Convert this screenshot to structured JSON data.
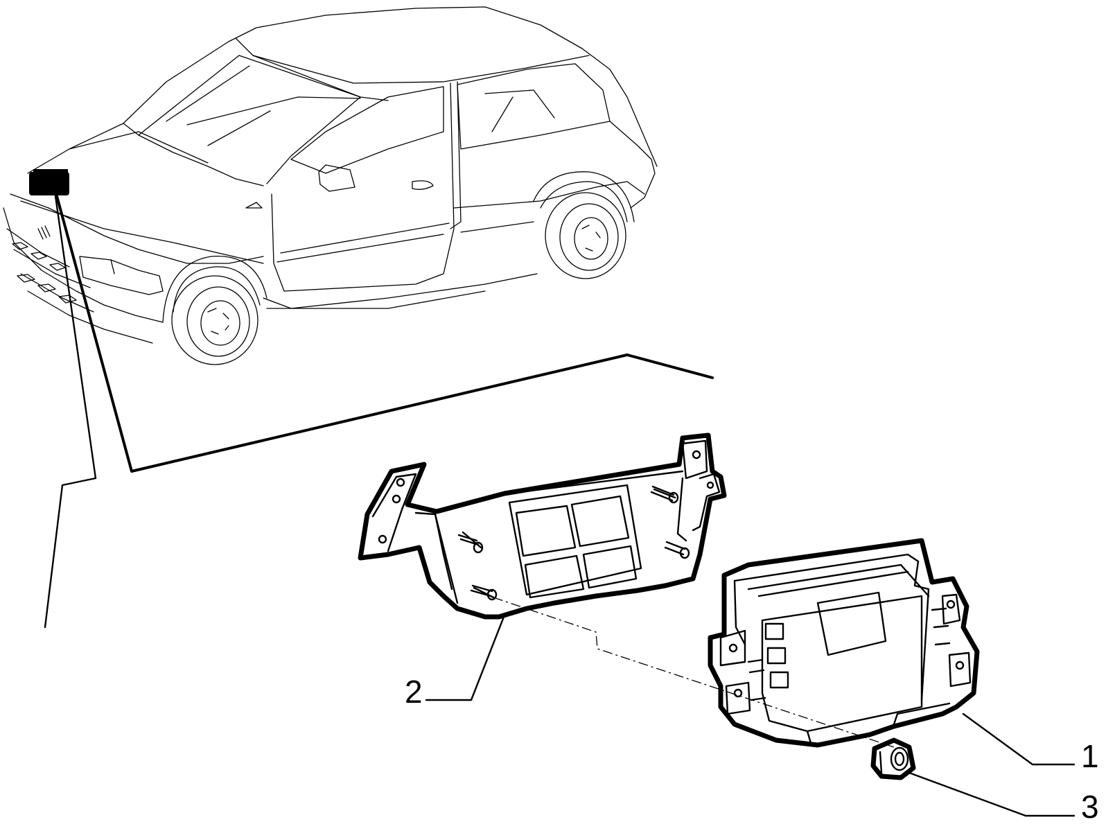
{
  "diagram": {
    "callouts": [
      {
        "id": "1",
        "label": "1",
        "part": "control-unit"
      },
      {
        "id": "2",
        "label": "2",
        "part": "mounting-bracket"
      },
      {
        "id": "3",
        "label": "3",
        "part": "nut"
      }
    ],
    "colors": {
      "line": "#000000",
      "background": "#ffffff"
    }
  }
}
